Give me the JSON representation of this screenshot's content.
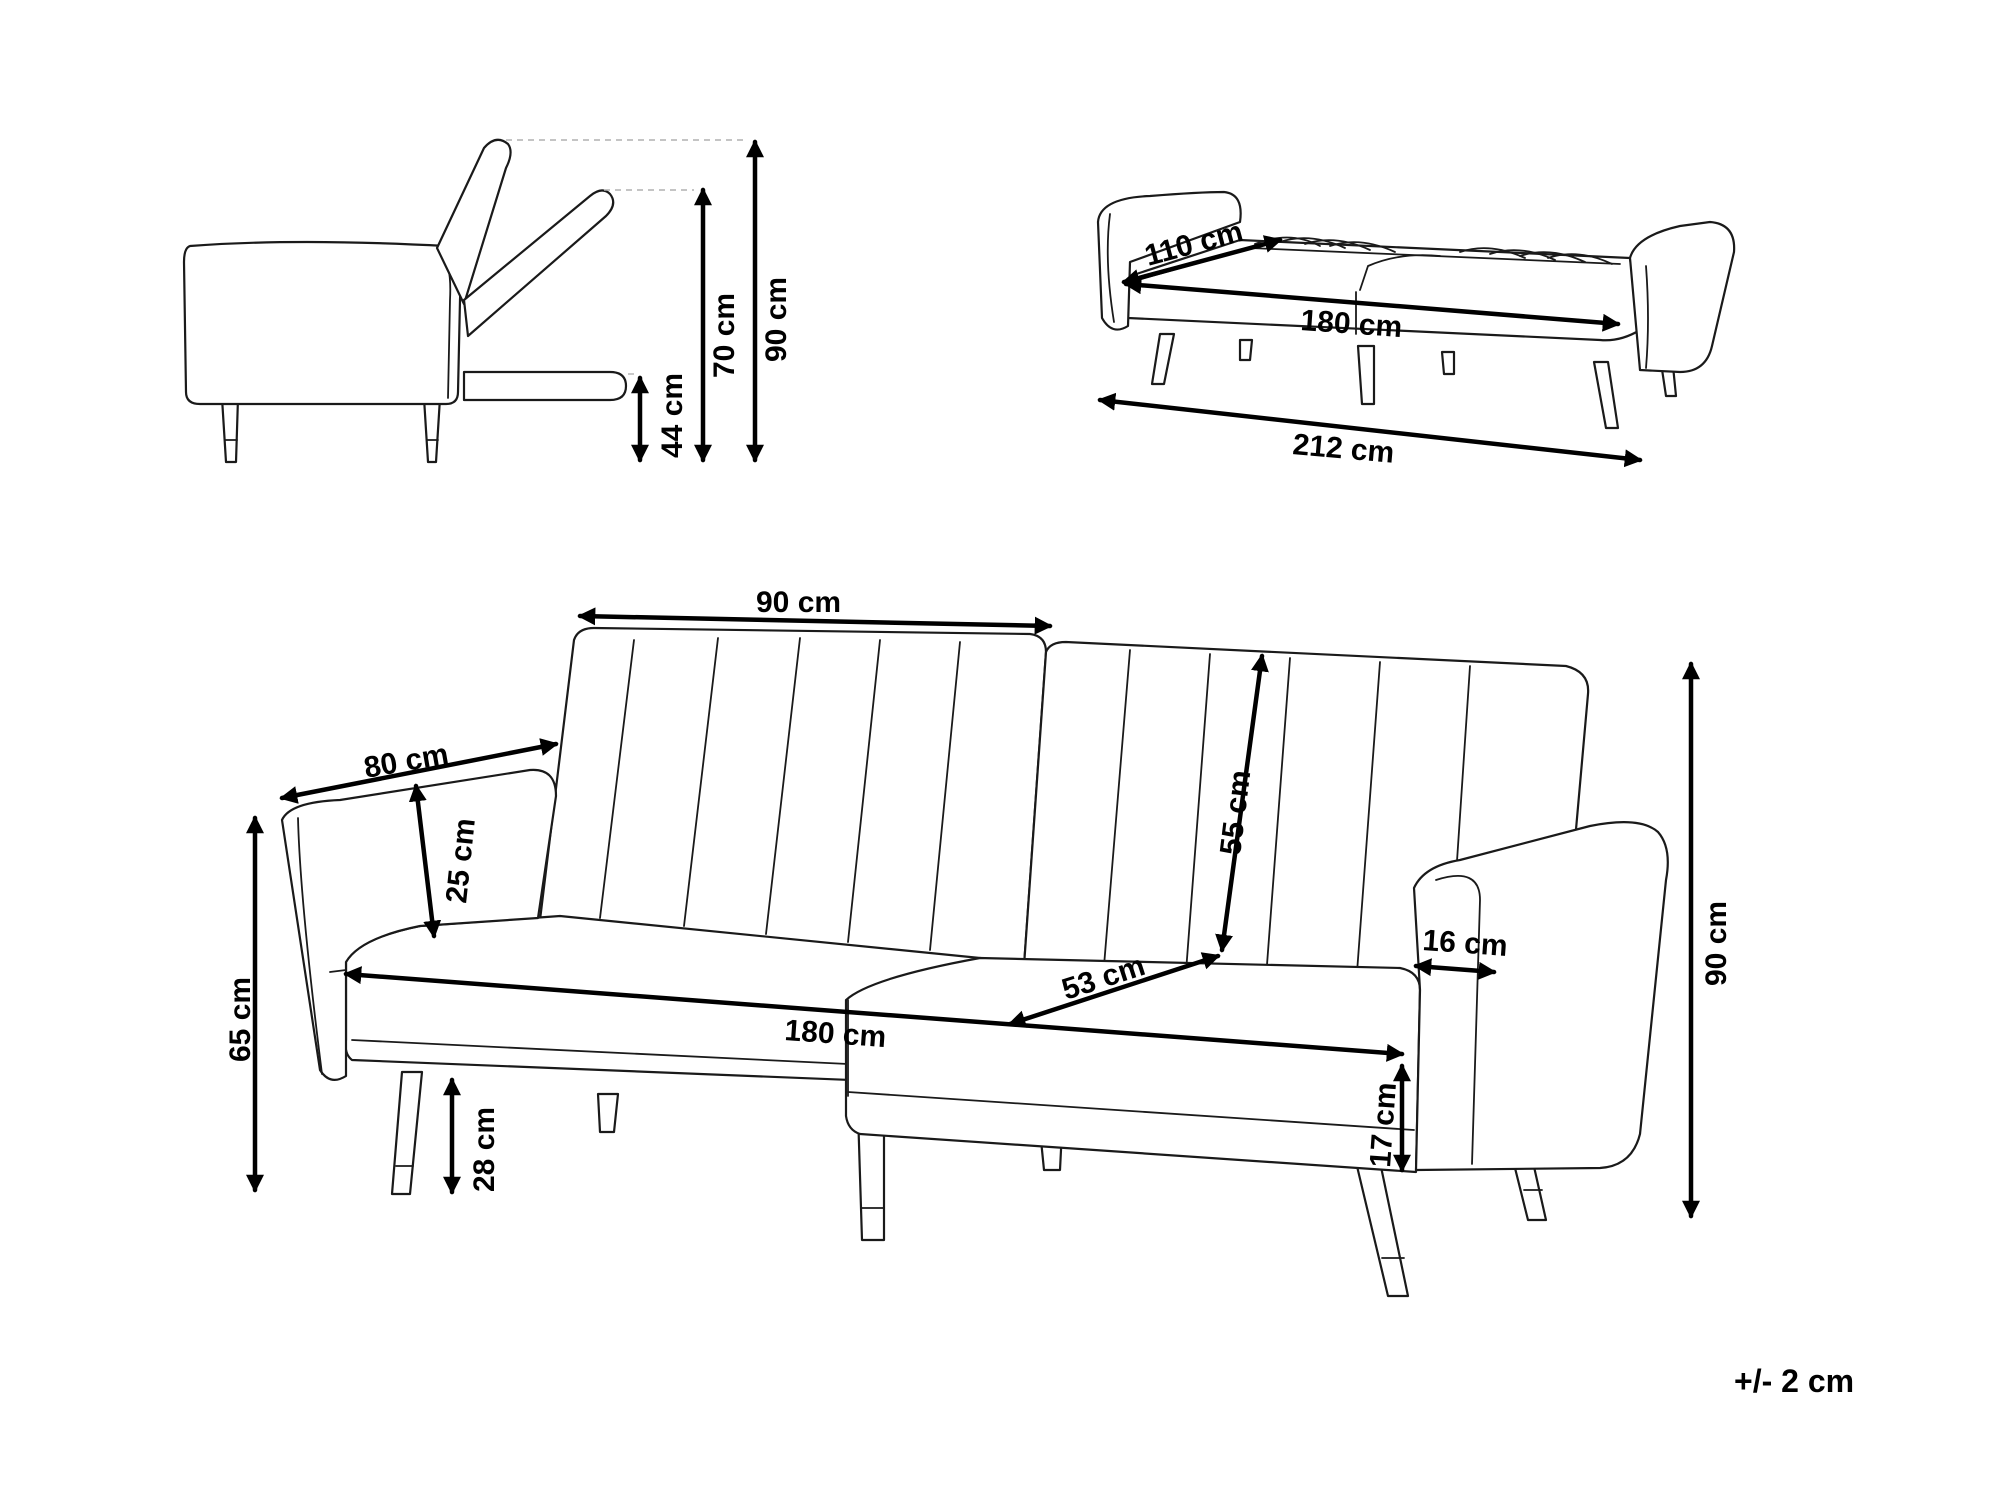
{
  "side_view": {
    "seat_height": "44 cm",
    "reclined_height": "70 cm",
    "total_height": "90 cm"
  },
  "bed_view": {
    "bed_width": "110 cm",
    "bed_length": "180 cm",
    "total_length": "212 cm"
  },
  "front_view": {
    "backrest_width": "90 cm",
    "total_depth": "80 cm",
    "armrest_height": "25 cm",
    "arm_height": "65 cm",
    "backrest_height": "55 cm",
    "seat_depth": "53 cm",
    "seat_width": "180 cm",
    "arm_width": "16 cm",
    "total_height": "90 cm",
    "leg_height": "28 cm",
    "seat_thickness": "17 cm"
  },
  "tolerance": "+/- 2 cm"
}
